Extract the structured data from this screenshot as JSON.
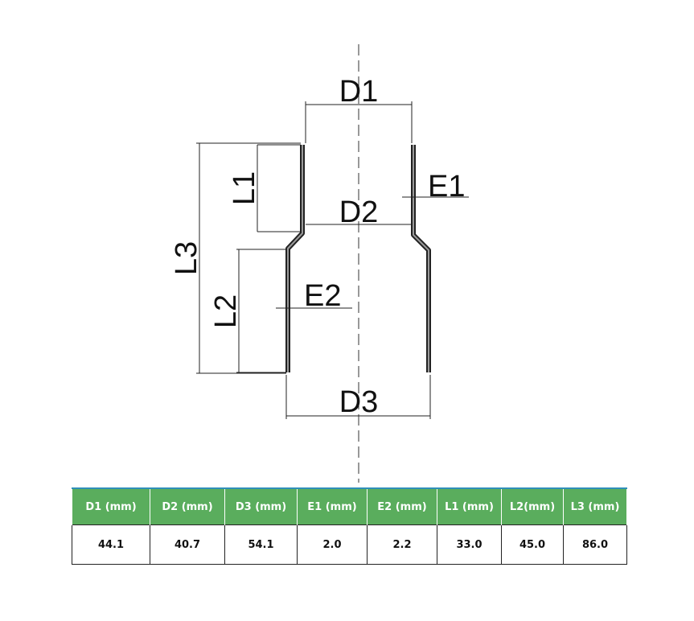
{
  "diagram": {
    "labels": {
      "d1": "D1",
      "d2": "D2",
      "d3": "D3",
      "e1": "E1",
      "e2": "E2",
      "l1": "L1",
      "l2": "L2",
      "l3": "L3"
    }
  },
  "table": {
    "header_color": "#5aad5d",
    "headers": [
      "D1 (mm)",
      "D2 (mm)",
      "D3 (mm)",
      "E1 (mm)",
      "E2 (mm)",
      "L1 (mm)",
      "L2(mm)",
      "L3 (mm)"
    ],
    "values": [
      "44.1",
      "40.7",
      "54.1",
      "2.0",
      "2.2",
      "33.0",
      "45.0",
      "86.0"
    ]
  }
}
